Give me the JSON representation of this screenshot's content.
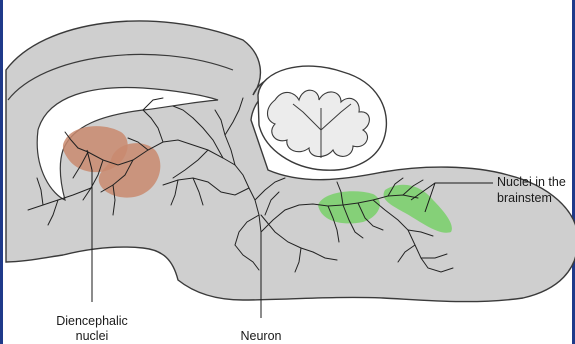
{
  "labels": {
    "diencephalic_line1": "Diencephalic",
    "diencephalic_line2": "nuclei",
    "neuron": "Neuron",
    "brainstem_line1": "Nuclei in the",
    "brainstem_line2": "brainstem"
  },
  "colors": {
    "brain_fill": "#cfcfcf",
    "outline": "#3a3a3a",
    "diencephalic_nuclei": "#c98a6e",
    "brainstem_nuclei": "#7ccf6e",
    "border": "#1f3a8a"
  }
}
